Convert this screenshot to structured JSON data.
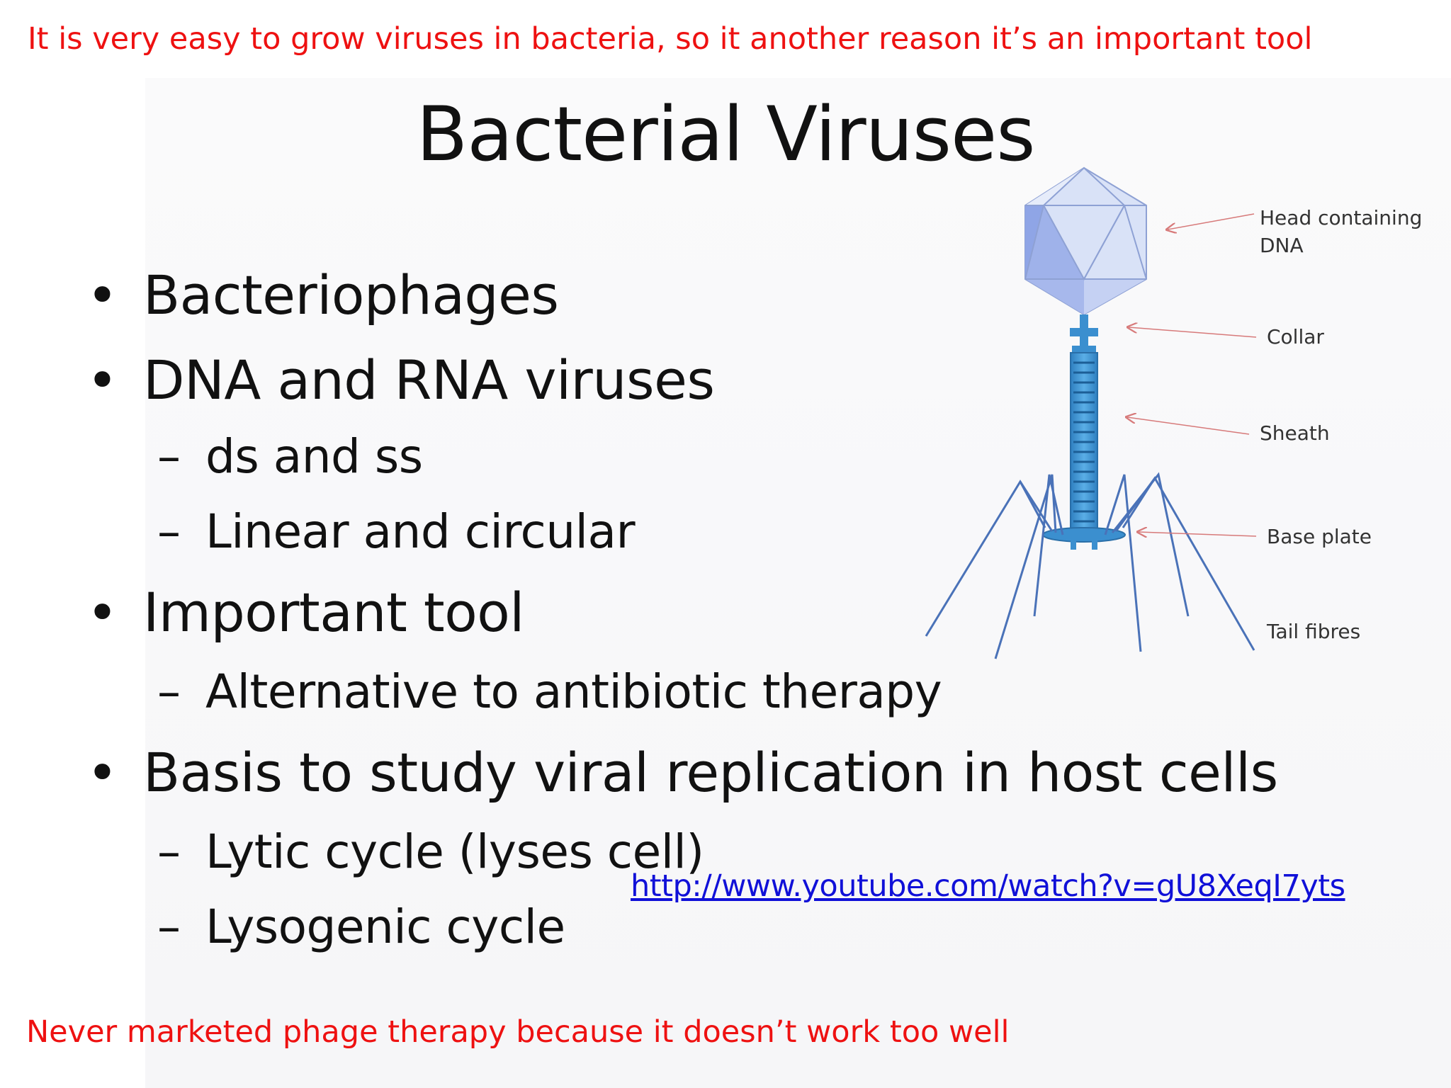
{
  "notes": {
    "top": "It is very easy to grow viruses in bacteria, so it another reason it’s an important tool",
    "bottom": "Never marketed phage therapy because it doesn’t work too well"
  },
  "slide": {
    "title": "Bacterial Viruses",
    "bullets": [
      {
        "marker": "•",
        "text": "Bacteriophages"
      },
      {
        "marker": "•",
        "text": "DNA and RNA viruses"
      },
      {
        "marker": "–",
        "text": "ds and ss"
      },
      {
        "marker": "–",
        "text": "Linear and circular"
      },
      {
        "marker": "•",
        "text": "Important tool"
      },
      {
        "marker": "–",
        "text": "Alternative to antibiotic therapy"
      },
      {
        "marker": "•",
        "text": "Basis to study viral replication in host cells"
      },
      {
        "marker": "–",
        "text": "Lytic cycle (lyses cell)"
      },
      {
        "marker": "–",
        "text": "Lysogenic cycle"
      }
    ],
    "link": "http://www.youtube.com/watch?v=gU8XeqI7yts"
  },
  "diagram": {
    "labels": {
      "head": "Head containing\nDNA",
      "collar": "Collar",
      "sheath": "Sheath",
      "base_plate": "Base plate",
      "tail_fibres": "Tail fibres"
    },
    "colors": {
      "head_fill": "#c9d6f3",
      "head_dark": "#8fa5e6",
      "tail": "#3b8fcf",
      "fibres": "#4a72b8",
      "arrow": "#d77a7a",
      "note_red": "#ee1111",
      "link_blue": "#1010d8"
    }
  }
}
